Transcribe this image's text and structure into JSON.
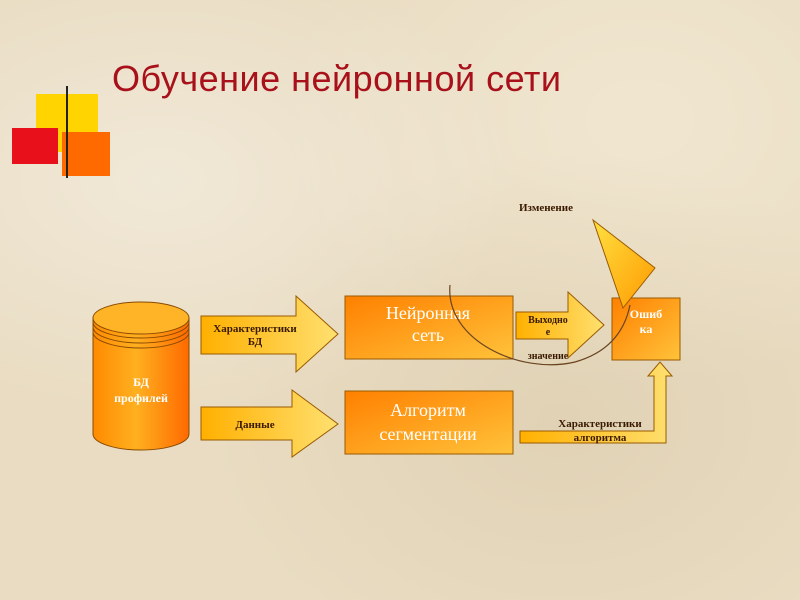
{
  "title": "Обучение нейронной сети",
  "diagram": {
    "database": {
      "line1": "БД",
      "line2": "профилей"
    },
    "arrow_characteristics": {
      "line1": "Характеристики",
      "line2": "БД"
    },
    "arrow_data": {
      "label": "Данные"
    },
    "neural_net": {
      "line1": "Нейронная",
      "line2": "сеть"
    },
    "segmentation": {
      "line1": "Алгоритм",
      "line2": "сегментации"
    },
    "output_arrow": {
      "line1": "Выходно",
      "line2": "е",
      "line3": "значение"
    },
    "error_box": {
      "line1": "Ошиб",
      "line2": "ка"
    },
    "change_label": "Изменение",
    "algorithm_characteristics": {
      "line1": "Характеристики",
      "line2": "алгоритма"
    }
  },
  "colors": {
    "title": "#a8101a",
    "orange_dark": "#ff7a00",
    "orange_light": "#ffcc33",
    "outline": "#8a4a00"
  }
}
